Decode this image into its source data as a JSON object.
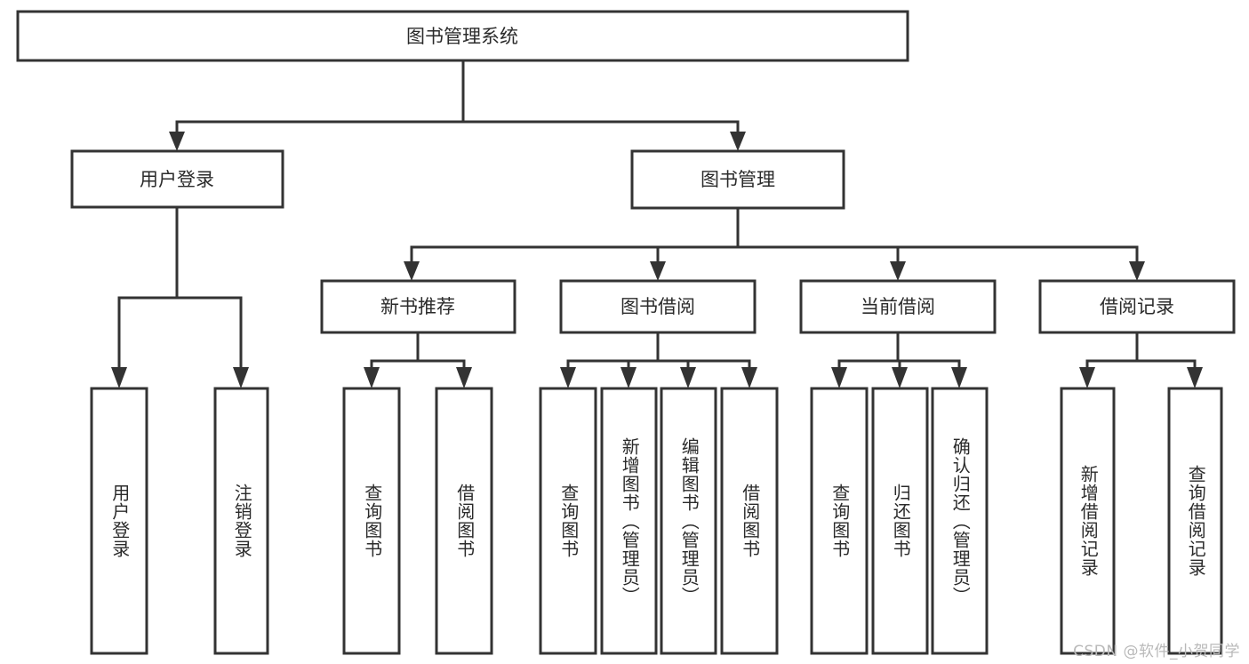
{
  "diagram": {
    "type": "tree-hierarchy-diagram",
    "title": "图书管理系统",
    "watermark": "CSDN @软件_小贺同学",
    "colors": {
      "background": "#ffffff",
      "box_fill": "#ffffff",
      "box_stroke": "#333333",
      "text": "#2b2b2b",
      "watermark": "#b9b9b9"
    },
    "levels": {
      "root": {
        "label": "图书管理系统"
      },
      "level1": [
        {
          "id": "user-login",
          "label": "用户登录"
        },
        {
          "id": "book-manage",
          "label": "图书管理"
        }
      ],
      "level2": [
        {
          "id": "new-book-recommend",
          "label": "新书推荐",
          "parent": "book-manage"
        },
        {
          "id": "book-borrow",
          "label": "图书借阅",
          "parent": "book-manage"
        },
        {
          "id": "current-borrow",
          "label": "当前借阅",
          "parent": "book-manage"
        },
        {
          "id": "borrow-record",
          "label": "借阅记录",
          "parent": "book-manage"
        }
      ],
      "leaves": [
        {
          "id": "leaf-user-login",
          "label": "用户登录",
          "parent": "user-login"
        },
        {
          "id": "leaf-logout",
          "label": "注销登录",
          "parent": "user-login"
        },
        {
          "id": "leaf-query-book-1",
          "label": "查询图书",
          "parent": "new-book-recommend"
        },
        {
          "id": "leaf-borrow-book-1",
          "label": "借阅图书",
          "parent": "new-book-recommend"
        },
        {
          "id": "leaf-query-book-2",
          "label": "查询图书",
          "parent": "book-borrow"
        },
        {
          "id": "leaf-add-book",
          "label": "新增图书（管理员）",
          "parent": "book-borrow"
        },
        {
          "id": "leaf-edit-book",
          "label": "编辑图书（管理员）",
          "parent": "book-borrow"
        },
        {
          "id": "leaf-borrow-book-2",
          "label": "借阅图书",
          "parent": "book-borrow"
        },
        {
          "id": "leaf-query-book-3",
          "label": "查询图书",
          "parent": "current-borrow"
        },
        {
          "id": "leaf-return-book",
          "label": "归还图书",
          "parent": "current-borrow"
        },
        {
          "id": "leaf-confirm-return",
          "label": "确认归还（管理员）",
          "parent": "current-borrow"
        },
        {
          "id": "leaf-add-record",
          "label": "新增借阅记录",
          "parent": "borrow-record"
        },
        {
          "id": "leaf-query-record",
          "label": "查询借阅记录",
          "parent": "borrow-record"
        }
      ]
    }
  }
}
